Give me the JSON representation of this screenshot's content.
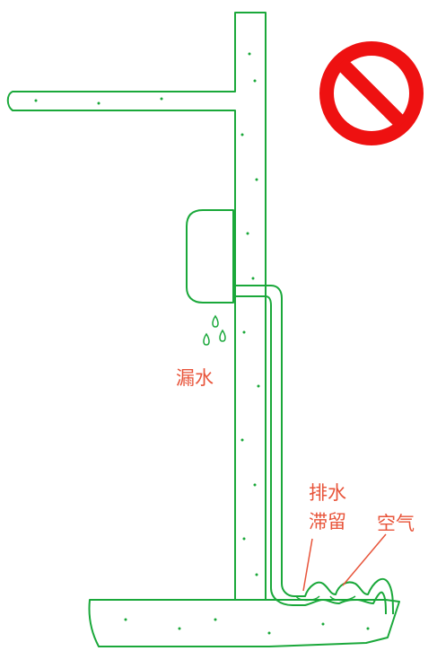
{
  "labels": {
    "leak": "漏水",
    "drain_retention_line1": "排水",
    "drain_retention_line2": "滞留",
    "air": "空气"
  },
  "colors": {
    "structure": "#1aa83a",
    "label": "#e8543a",
    "prohibit": "#ee1111",
    "water_fill": "#2bb04a"
  },
  "icons": {
    "prohibit": "prohibition-sign-icon",
    "drops": "water-drop-icon"
  }
}
